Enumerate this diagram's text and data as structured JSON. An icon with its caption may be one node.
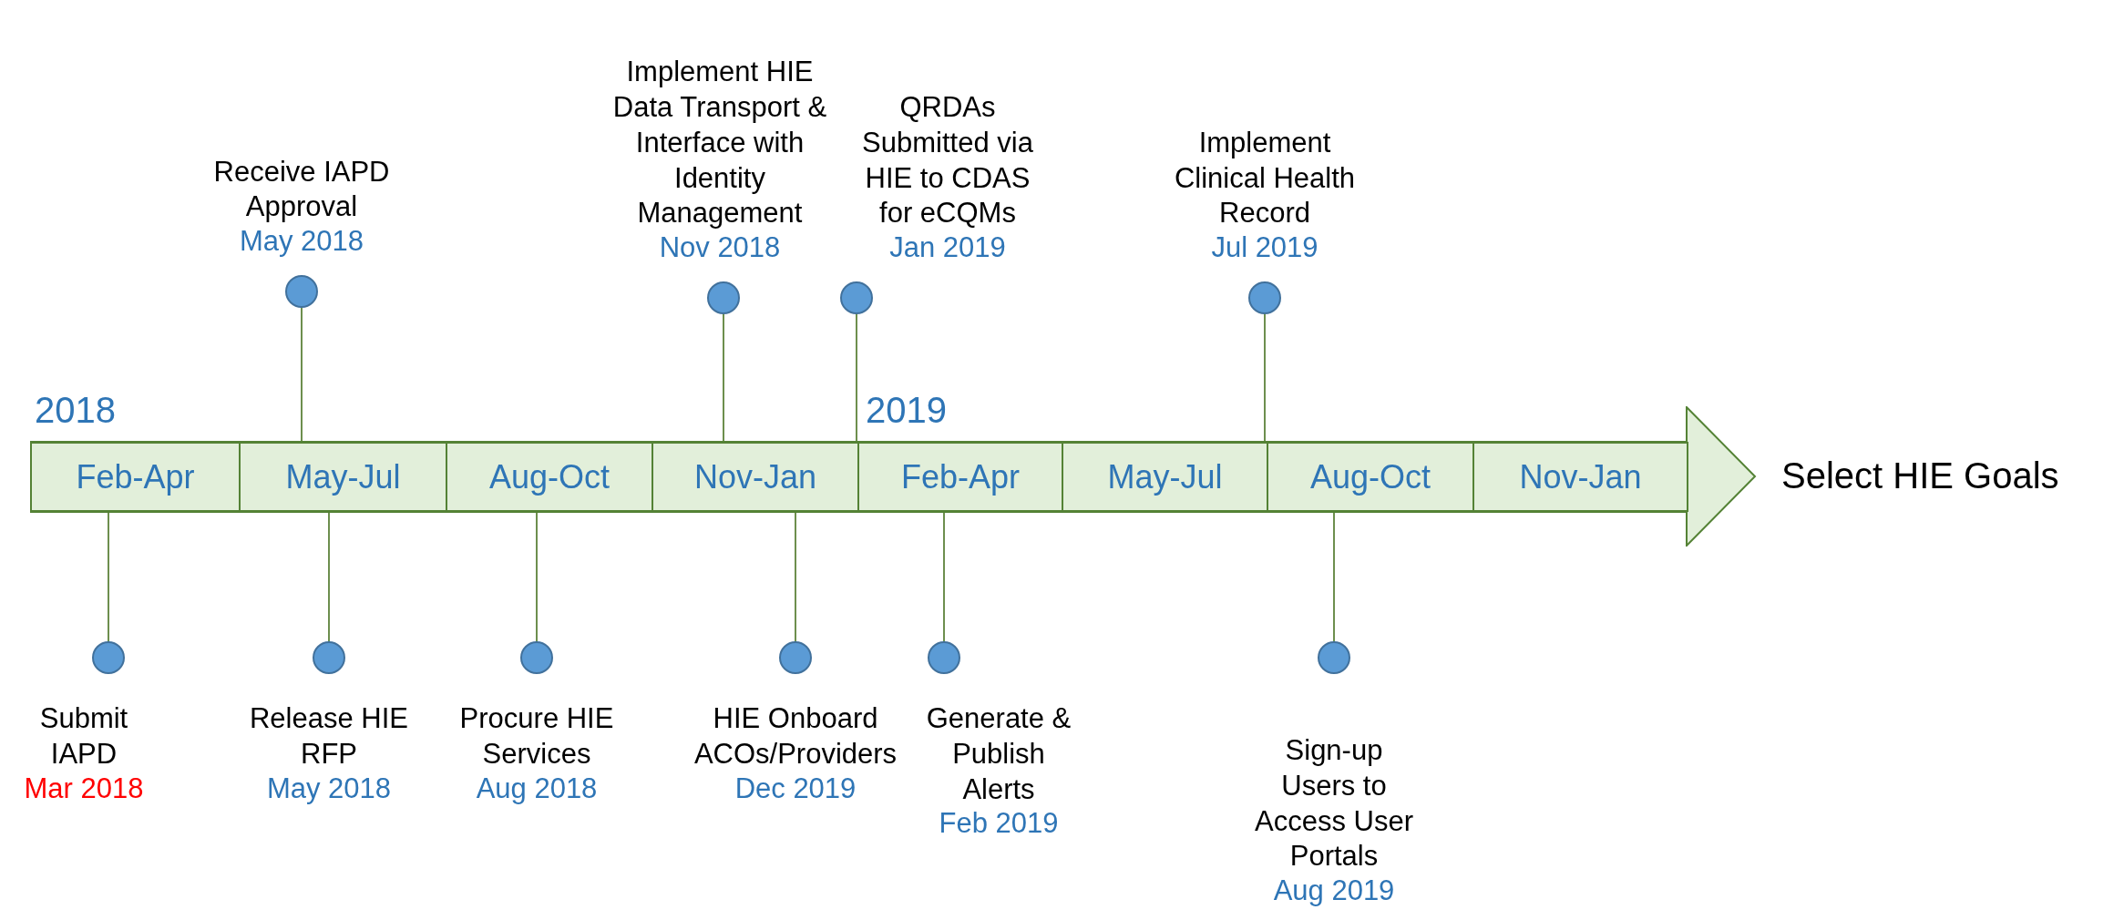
{
  "diagram": {
    "nodes": [
      {
        "text": [],
        "shape": "arrow",
        "beside": [
          "Select HIE Goals"
        ]
      },
      {
        "text": [
          "Feb-Apr"
        ],
        "in": 0
      },
      {
        "text": [
          "May-Jul"
        ],
        "in": 0
      },
      {
        "text": [
          "Aug-Oct"
        ],
        "in": 0
      },
      {
        "text": [
          "Nov-Jan"
        ],
        "in": 0
      },
      {
        "text": [
          "Feb-Apr"
        ],
        "in": 0
      },
      {
        "text": [
          "May-Jul"
        ],
        "in": 0
      },
      {
        "text": [
          "Aug-Oct"
        ],
        "in": 0
      },
      {
        "text": [
          "Nov-Jan"
        ],
        "in": 0
      },
      {
        "text": [],
        "shape": "circle",
        "beside": [
          "Receive IAPD Approval",
          "May 2018"
        ]
      },
      {
        "text": [],
        "shape": "circle",
        "beside": [
          "Implement HIE Data Transport & Interface with Identity Management",
          "Nov 2018"
        ]
      },
      {
        "text": [],
        "shape": "circle",
        "beside": [
          "QRDAs Submitted via HIE to CDAS for eCQMs",
          "Jan 2019"
        ]
      },
      {
        "text": [],
        "shape": "circle",
        "beside": [
          "Implement Clinical Health Record",
          "Jul 2019"
        ]
      },
      {
        "text": [],
        "shape": "circle",
        "beside": [
          "Submit IAPD",
          "Mar 2018"
        ]
      },
      {
        "text": [],
        "shape": "circle",
        "beside": [
          "Release HIE RFP",
          "May 2018"
        ]
      },
      {
        "text": [],
        "shape": "circle",
        "beside": [
          "Procure HIE Services",
          "Aug 2018"
        ]
      },
      {
        "text": [],
        "shape": "circle",
        "beside": [
          "HIE Onboard ACOs/Providers",
          "Dec 2019"
        ]
      },
      {
        "text": [],
        "shape": "circle",
        "beside": [
          "Generate & Publish Alerts",
          "Feb 2019"
        ]
      },
      {
        "text": [],
        "shape": "circle",
        "beside": [
          "Sign-up Users to Access User Portals",
          "Aug 2019"
        ]
      }
    ],
    "edges": [
      {
        "from": 9,
        "to": 2,
        "arrow": "none"
      },
      {
        "from": 10,
        "to": 4,
        "arrow": "none"
      },
      {
        "from": 11,
        "to": 4,
        "arrow": "none"
      },
      {
        "from": 12,
        "to": 6,
        "arrow": "none"
      },
      {
        "from": 13,
        "to": 1,
        "arrow": "none"
      },
      {
        "from": 14,
        "to": 2,
        "arrow": "none"
      },
      {
        "from": 15,
        "to": 3,
        "arrow": "none"
      },
      {
        "from": 16,
        "to": 4,
        "arrow": "none"
      },
      {
        "from": 17,
        "to": 5,
        "arrow": "none"
      },
      {
        "from": 18,
        "to": 7,
        "arrow": "none"
      }
    ],
    "labels": [
      "2018",
      "2019"
    ]
  }
}
